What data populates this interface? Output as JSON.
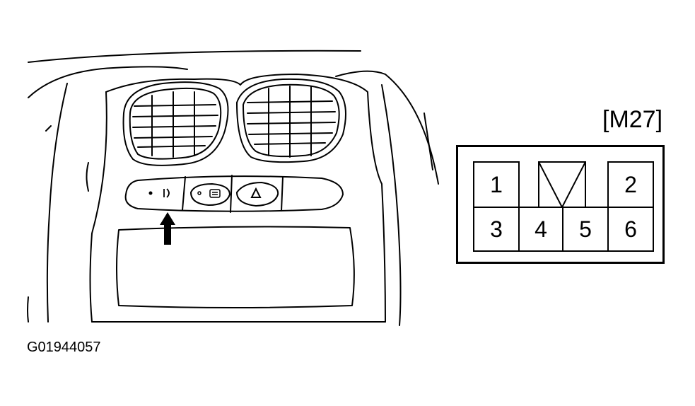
{
  "connector": {
    "label": "[M27]",
    "pins": {
      "p1": "1",
      "p2": "2",
      "p3": "3",
      "p4": "4",
      "p5": "5",
      "p6": "6"
    }
  },
  "figure_id": "G01944057",
  "colors": {
    "line": "#000000",
    "background": "#ffffff"
  },
  "icons": [
    "locator-arrow-icon",
    "rear-defrost-icon",
    "hazard-triangle-icon",
    "fog-light-icon"
  ]
}
